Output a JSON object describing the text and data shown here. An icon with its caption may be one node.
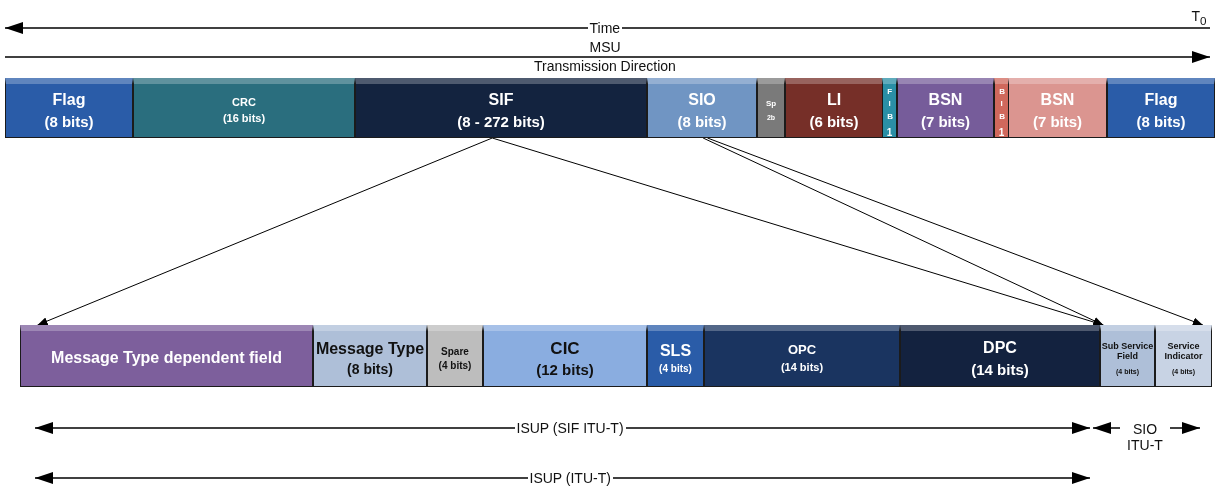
{
  "diagram": {
    "nodes": [
      {
        "text": [
          "Flag",
          "(8 bits)"
        ]
      },
      {
        "text": [
          "CRC",
          "(16 bits)"
        ]
      },
      {
        "text": [
          "SIF",
          "(8 - 272 bits)"
        ]
      },
      {
        "text": [
          "SIO",
          "(8 bits)"
        ]
      },
      {
        "text": [
          "Sp",
          "2b"
        ]
      },
      {
        "text": [
          "LI",
          "(6 bits)"
        ]
      },
      {
        "text": [
          "FIB",
          "1"
        ]
      },
      {
        "text": [
          "BSN",
          "(7 bits)"
        ]
      },
      {
        "text": [
          "BIB",
          "1"
        ]
      },
      {
        "text": [
          "BSN",
          "(7 bits)"
        ]
      },
      {
        "text": [
          "Flag",
          "(8 bits)"
        ]
      },
      {
        "text": [
          "Message Type dependent field"
        ]
      },
      {
        "text": [
          "Message Type",
          "(8 bits)"
        ]
      },
      {
        "text": [
          "Spare",
          "(4 bits)"
        ]
      },
      {
        "text": [
          "CIC",
          "(12 bits)"
        ]
      },
      {
        "text": [
          "SLS",
          "(4 bits)"
        ]
      },
      {
        "text": [
          "OPC",
          "(14 bits)"
        ]
      },
      {
        "text": [
          "DPC",
          "(14 bits)"
        ]
      },
      {
        "text": [
          "Sub Service Field",
          "(4 bits)"
        ]
      },
      {
        "text": [
          "Service Indicator",
          "(4 bits)"
        ]
      }
    ],
    "edges": [
      {
        "from": 2,
        "to": 11,
        "arrow": "to"
      },
      {
        "from": 2,
        "to": 18,
        "arrow": "to"
      },
      {
        "from": 3,
        "to": 18,
        "arrow": "to"
      },
      {
        "from": 3,
        "to": 19,
        "arrow": "to"
      }
    ],
    "labels": [
      "Time",
      "T$_{0}$",
      "MSU",
      "Transmission Direction",
      "ISUP (SIF ITU-T)",
      "SIO ITU-T",
      "ISUP (ITU-T)"
    ]
  }
}
